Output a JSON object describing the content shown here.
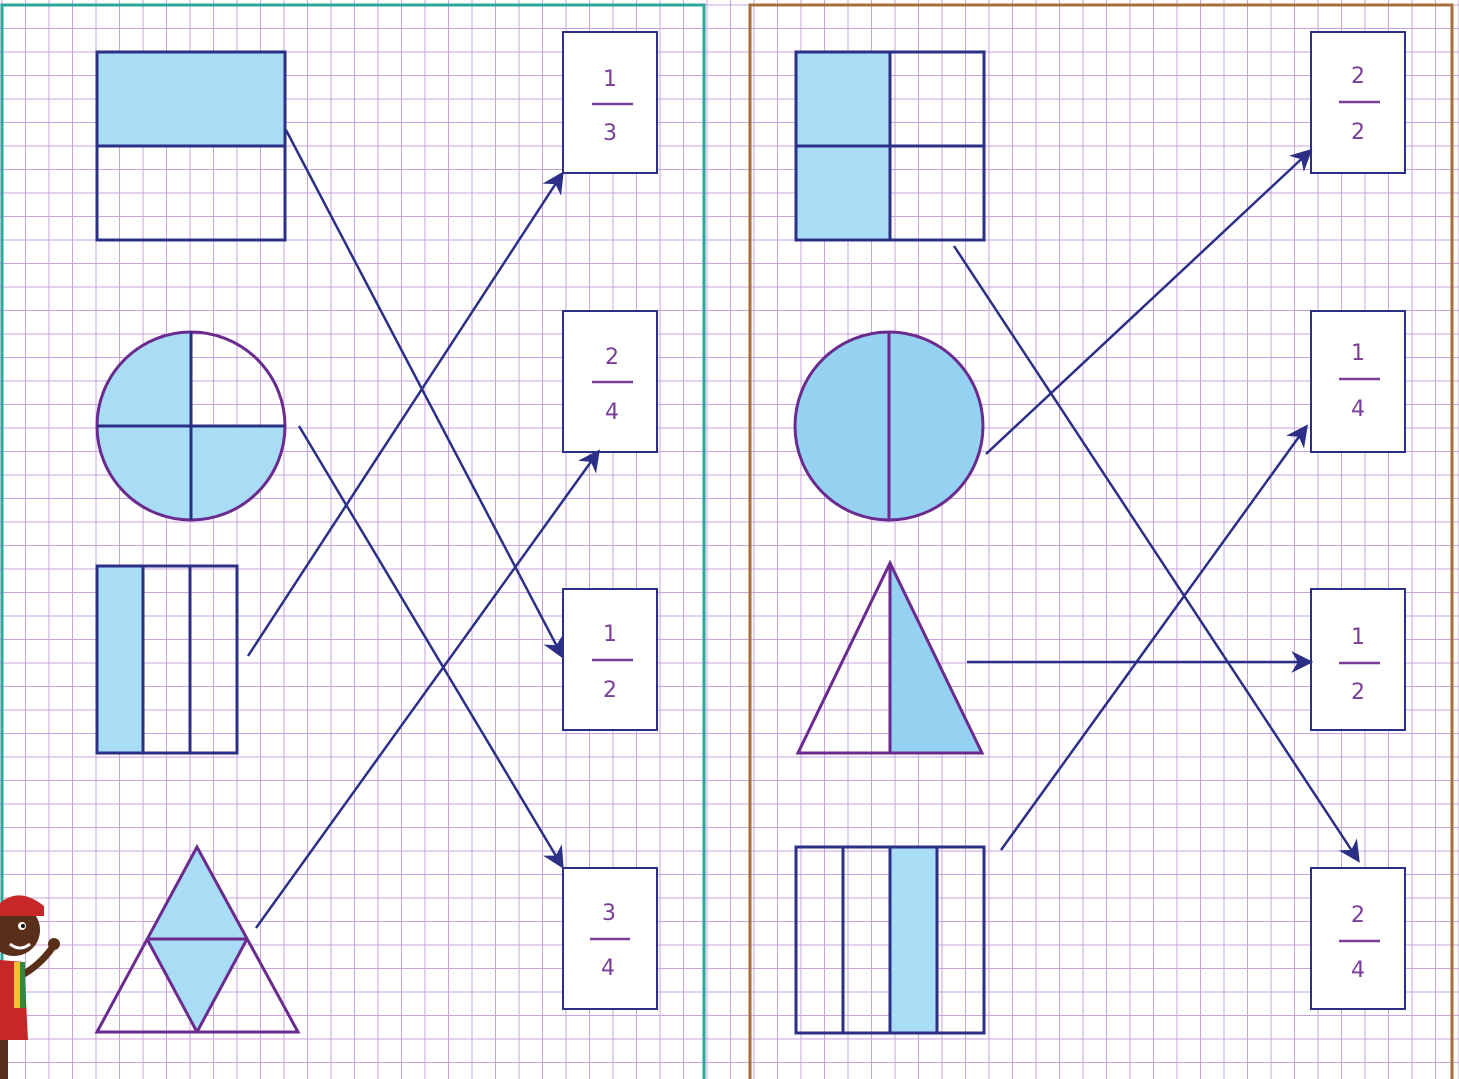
{
  "colors": {
    "grid": "#c9a3dd",
    "outline": "#2b2f86",
    "purple_outline": "#6a2a8e",
    "fill": "#a9dcf5",
    "fraction_text": "#7a3e98",
    "left_panel_border": "#2aa79b",
    "right_panel_border": "#a66f3b"
  },
  "left_panel": {
    "fractions": [
      {
        "numerator": "1",
        "denominator": "3"
      },
      {
        "numerator": "2",
        "denominator": "4"
      },
      {
        "numerator": "1",
        "denominator": "2"
      },
      {
        "numerator": "3",
        "denominator": "4"
      }
    ],
    "shapes": [
      {
        "kind": "rectangle-halves",
        "shaded_fraction": "1/2",
        "matched_fraction": "1/2"
      },
      {
        "kind": "circle-quarters",
        "shaded_fraction": "3/4",
        "matched_fraction": "3/4"
      },
      {
        "kind": "rectangle-thirds",
        "shaded_fraction": "1/3",
        "matched_fraction": "1/3"
      },
      {
        "kind": "triangle-quarters",
        "shaded_fraction": "2/4",
        "matched_fraction": "2/4"
      }
    ]
  },
  "right_panel": {
    "fractions": [
      {
        "numerator": "2",
        "denominator": "2"
      },
      {
        "numerator": "1",
        "denominator": "4"
      },
      {
        "numerator": "1",
        "denominator": "2"
      },
      {
        "numerator": "2",
        "denominator": "4"
      }
    ],
    "shapes": [
      {
        "kind": "rectangle-quarters",
        "shaded_fraction": "2/4",
        "matched_fraction": "2/4"
      },
      {
        "kind": "circle-halves",
        "shaded_fraction": "2/2",
        "matched_fraction": "2/2"
      },
      {
        "kind": "triangle-halves",
        "shaded_fraction": "1/2",
        "matched_fraction": "1/2"
      },
      {
        "kind": "rectangle-fourths",
        "shaded_fraction": "1/4",
        "matched_fraction": "1/4"
      }
    ]
  },
  "mascot": {
    "icon": "cartoon-child-waving-icon"
  }
}
